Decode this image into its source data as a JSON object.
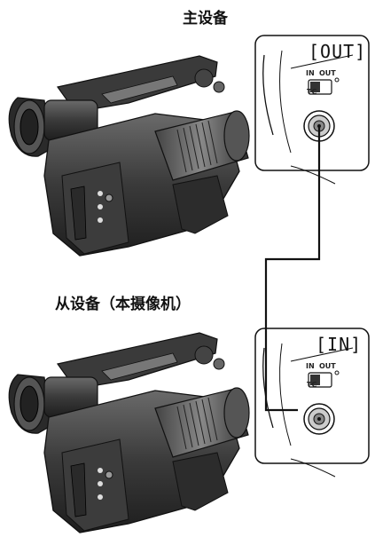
{
  "master": {
    "title": "主设备",
    "detail_label": "[OUT]",
    "switch_in": "IN",
    "switch_out": "OUT",
    "switch_tc": "TC"
  },
  "slave": {
    "title": "从设备（本摄像机）",
    "detail_label": "[IN]",
    "switch_in": "IN",
    "switch_out": "OUT",
    "switch_tc": "TC"
  },
  "colors": {
    "line": "#111111",
    "camera_body": "#2b2b2b",
    "camera_mid": "#5a5a5a",
    "panel_bg": "#ffffff"
  }
}
